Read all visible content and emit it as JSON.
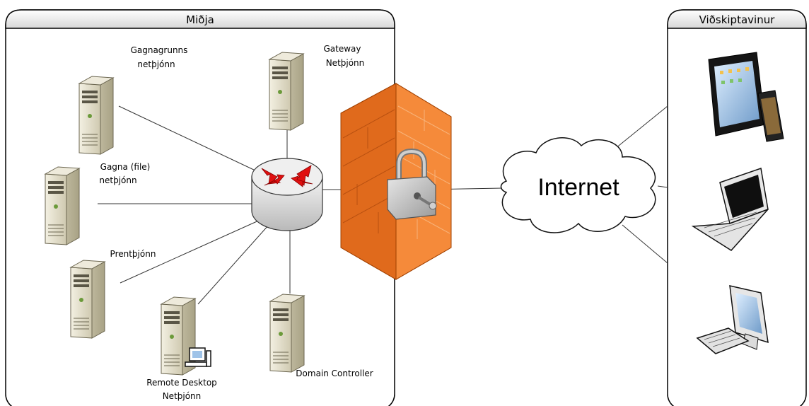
{
  "panels": {
    "center": {
      "title": "Miðja"
    },
    "client": {
      "title": "Viðskiptavinur"
    }
  },
  "servers": {
    "database": {
      "line1": "Gagnagrunns",
      "line2": "netþjónn"
    },
    "gateway": {
      "line1": "Gateway",
      "line2": "Netþjónn"
    },
    "file": {
      "line1": "Gagna (file)",
      "line2": "netþjónn"
    },
    "print": {
      "line1": "Prentþjónn"
    },
    "remote": {
      "line1": "Remote Desktop",
      "line2": "Netþjónn"
    },
    "domain": {
      "line1": "Domain Controller"
    }
  },
  "cloud": {
    "label": "Internet"
  },
  "icons": {
    "router": "router-icon",
    "firewall": "firewall-icon",
    "lock": "padlock-icon",
    "server": "server-tower-icon",
    "tablet": "tablet-phone-icon",
    "laptop": "laptop-icon",
    "desktop": "desktop-monitor-icon"
  },
  "colors": {
    "firewall": "#f07a2a",
    "firewall_dark": "#c85a12",
    "router_arrow": "#e01010",
    "server_body": "#e2ddc8",
    "panel_header": "#e8e8e8"
  }
}
